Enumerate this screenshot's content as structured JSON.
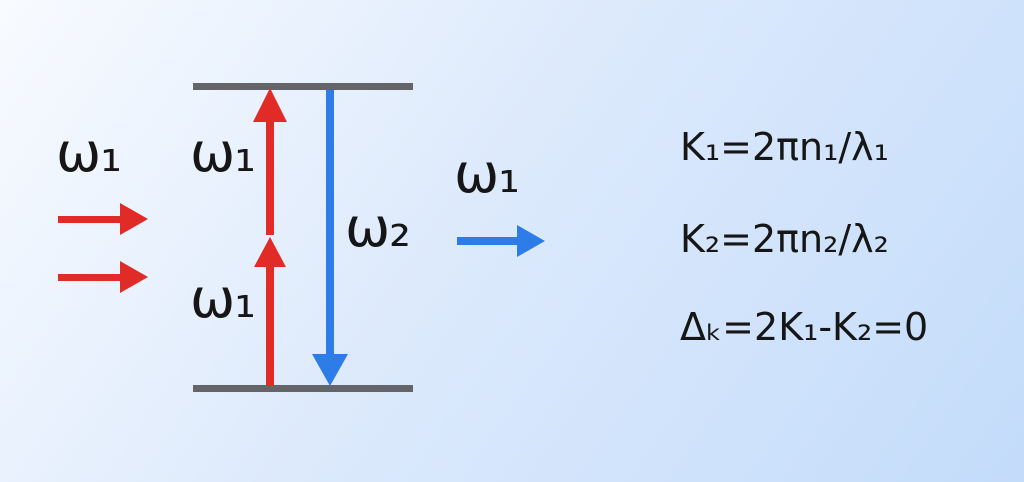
{
  "colors": {
    "red": "#e12b26",
    "blue": "#2e7ce8",
    "level": "#636569",
    "text": "#161616",
    "bg1": "#f8fbff",
    "bg2": "#ddeafc",
    "bg3": "#c3dcfa"
  },
  "labels": {
    "input_beam": "ω₁",
    "pump_upper": "ω₁",
    "pump_lower": "ω₁",
    "emission": "ω₂",
    "output_beam": "ω₁"
  },
  "equations": {
    "k1": "K₁=2πn₁/λ₁",
    "k2": "K₂=2πn₂/λ₂",
    "phase_matching": "Δₖ=2K₁-K₂=0"
  }
}
